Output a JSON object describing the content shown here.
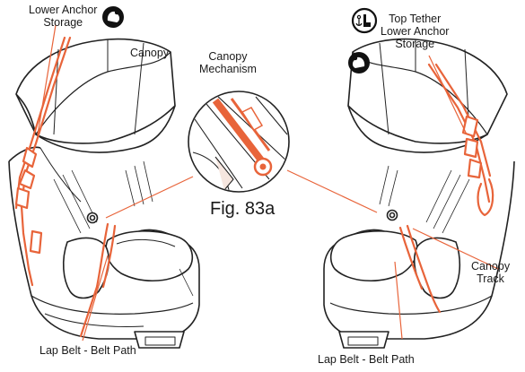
{
  "labels": {
    "lower_anchor_storage_left": [
      "Lower Anchor",
      "Storage"
    ],
    "canopy": "Canopy",
    "canopy_mechanism": [
      "Canopy",
      "Mechanism"
    ],
    "top_tether_lower_anchor_storage": [
      "Top Tether",
      "Lower Anchor",
      "Storage"
    ],
    "figure_caption": "Fig. 83a",
    "canopy_track": [
      "Canopy",
      "Track"
    ],
    "lap_belt_left": "Lap Belt - Belt Path",
    "lap_belt_right": "Lap Belt - Belt Path"
  },
  "colors": {
    "accent": "#e8643a",
    "line": "#222222",
    "background": "#ffffff"
  },
  "icons": [
    "rear-facing-seat-icon",
    "forward-facing-seat-icon",
    "anchor-seat-icon"
  ]
}
